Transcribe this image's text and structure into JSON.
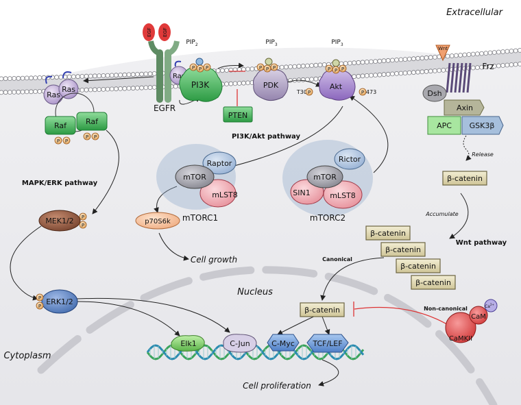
{
  "regions": {
    "extracellular": "Extracellular",
    "cytoplasm": "Cytoplasm",
    "nucleus": "Nucleus"
  },
  "pathways": {
    "mapk": "MAPK/ERK pathway",
    "pi3k": "PI3K/Akt pathway",
    "wnt": "Wnt pathway"
  },
  "nodes": {
    "egf1": "EGF",
    "egf2": "EGF",
    "egfr": "EGFR",
    "ras1": "Ras",
    "ras2": "Ras",
    "ras3": "Ras",
    "raf1": "Raf",
    "raf2": "Raf",
    "pi3k": "PI3K",
    "pip2": "PIP",
    "pip2_sub": "2",
    "pip3a": "PIP",
    "pip3a_sub": "3",
    "pip3b": "PIP",
    "pip3b_sub": "3",
    "pten": "PTEN",
    "pdk": "PDK",
    "akt": "Akt",
    "t308": "T308",
    "s473": "S473",
    "wnt": "Wnt",
    "frz": "Frz",
    "dsh": "Dsh",
    "axin": "Axin",
    "apc": "APC",
    "gsk3b": "GSK3β",
    "release": "Release",
    "bcat_top": "β-catenin",
    "accumulate": "Accumulate",
    "bcat1": "β-catenin",
    "bcat2": "β-catenin",
    "bcat3": "β-catenin",
    "bcat4": "β-catenin",
    "canonical": "Canonical",
    "noncanonical": "Non-canonical",
    "bcat_nuc": "β-catenin",
    "cam": "CaM",
    "ca": "Ca",
    "ca_sup": "2+",
    "camkii": "CaMKII",
    "raptor": "Raptor",
    "mtor1": "mTOR",
    "mlst8_1": "mLST8",
    "mtorc1": "mTORC1",
    "rictor": "Rictor",
    "mtor2": "mTOR",
    "sin1": "SIN1",
    "mlst8_2": "mLST8",
    "mtorc2": "mTORC2",
    "p70s6k": "p70S6k",
    "cell_growth": "Cell growth",
    "mek": "MEK1/2",
    "erk": "ERK1/2",
    "elk1": "Elk1",
    "cjun": "C-Jun",
    "cmyc": "C-Myc",
    "tcflef": "TCF/LEF",
    "cell_prolif": "Cell proliferation",
    "p": "P"
  },
  "colors": {
    "membrane_head": "#ffffff",
    "ras": "#c9b6de",
    "raf": "#3fae56",
    "pi3k": "#3fae56",
    "pten": "#3fae56",
    "pdk": "#b9a8cf",
    "akt": "#a07fcd",
    "phospho": "#f2c48a",
    "bcat": "#e6dfb8",
    "mtor": "#9e9ea6",
    "raptor": "#a9c1dc",
    "mlst8": "#f1a5ad",
    "mek": "#8a5a44",
    "erk": "#4f78b8",
    "camkii": "#e04a4a",
    "inhibit": "#d33"
  }
}
